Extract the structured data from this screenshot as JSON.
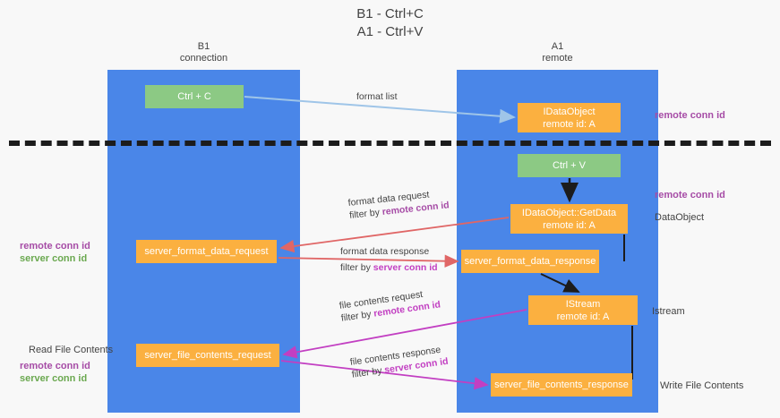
{
  "diagram": {
    "title_line1": "B1 - Ctrl+C",
    "title_line2": "A1 - Ctrl+V",
    "lanes": [
      {
        "name": "B1",
        "role": "connection"
      },
      {
        "name": "A1",
        "role": "remote"
      }
    ],
    "colors": {
      "lane": "#4a86e8",
      "green_node": "#8cc984",
      "orange_node": "#fbb040",
      "remote_conn_id": "#a64ca6",
      "server_conn_id_left": "#6aa84f",
      "server_conn_id_mid": "#c23fc2",
      "format_list_arrow": "#9fc5e8",
      "format_data_arrow": "#e06666",
      "file_contents_arrow": "#c23fc2",
      "flow_arrow": "#1c1c1c",
      "divider": "#1c1c1c",
      "background": "#f8f8f8"
    },
    "nodes": {
      "ctrl_c": {
        "label": "Ctrl + C"
      },
      "idataobject": {
        "line1": "IDataObject",
        "line2": "remote id: A"
      },
      "ctrl_v": {
        "label": "Ctrl + V"
      },
      "getdata": {
        "line1": "IDataObject::GetData",
        "line2": "remote id: A"
      },
      "server_format_data_request": {
        "label": "server_format_data_request"
      },
      "server_format_data_response": {
        "label": "server_format_data_response"
      },
      "istream": {
        "line1": "IStream",
        "line2": "remote id: A"
      },
      "server_file_contents_request": {
        "label": "server_file_contents_request"
      },
      "server_file_contents_response": {
        "label": "server_file_contents_response"
      }
    },
    "right_labels": {
      "remote_conn_id_top": "remote conn id",
      "remote_conn_id_mid": "remote conn id",
      "dataobject": "DataObject",
      "istream": "Istream",
      "write_file_contents": "Write File Contents"
    },
    "left_labels": {
      "remote_conn_id": "remote conn id",
      "server_conn_id": "server conn id",
      "read_file_contents": "Read File Contents",
      "remote_conn_id_2": "remote conn id",
      "server_conn_id_2": "server conn id"
    },
    "edges": {
      "format_list": {
        "label": "format list"
      },
      "format_data_request": {
        "line1": "format data request",
        "filter_prefix": "filter by ",
        "filter_key": "remote conn id"
      },
      "format_data_response": {
        "line1": "format data response",
        "filter_prefix": "filter by ",
        "filter_key": "server conn id"
      },
      "file_contents_request": {
        "line1": "file contents request",
        "filter_prefix": "filter by ",
        "filter_key": "remote conn id"
      },
      "file_contents_response": {
        "line1": "file contents response",
        "filter_prefix": "filter by ",
        "filter_key": "server conn id"
      }
    }
  }
}
